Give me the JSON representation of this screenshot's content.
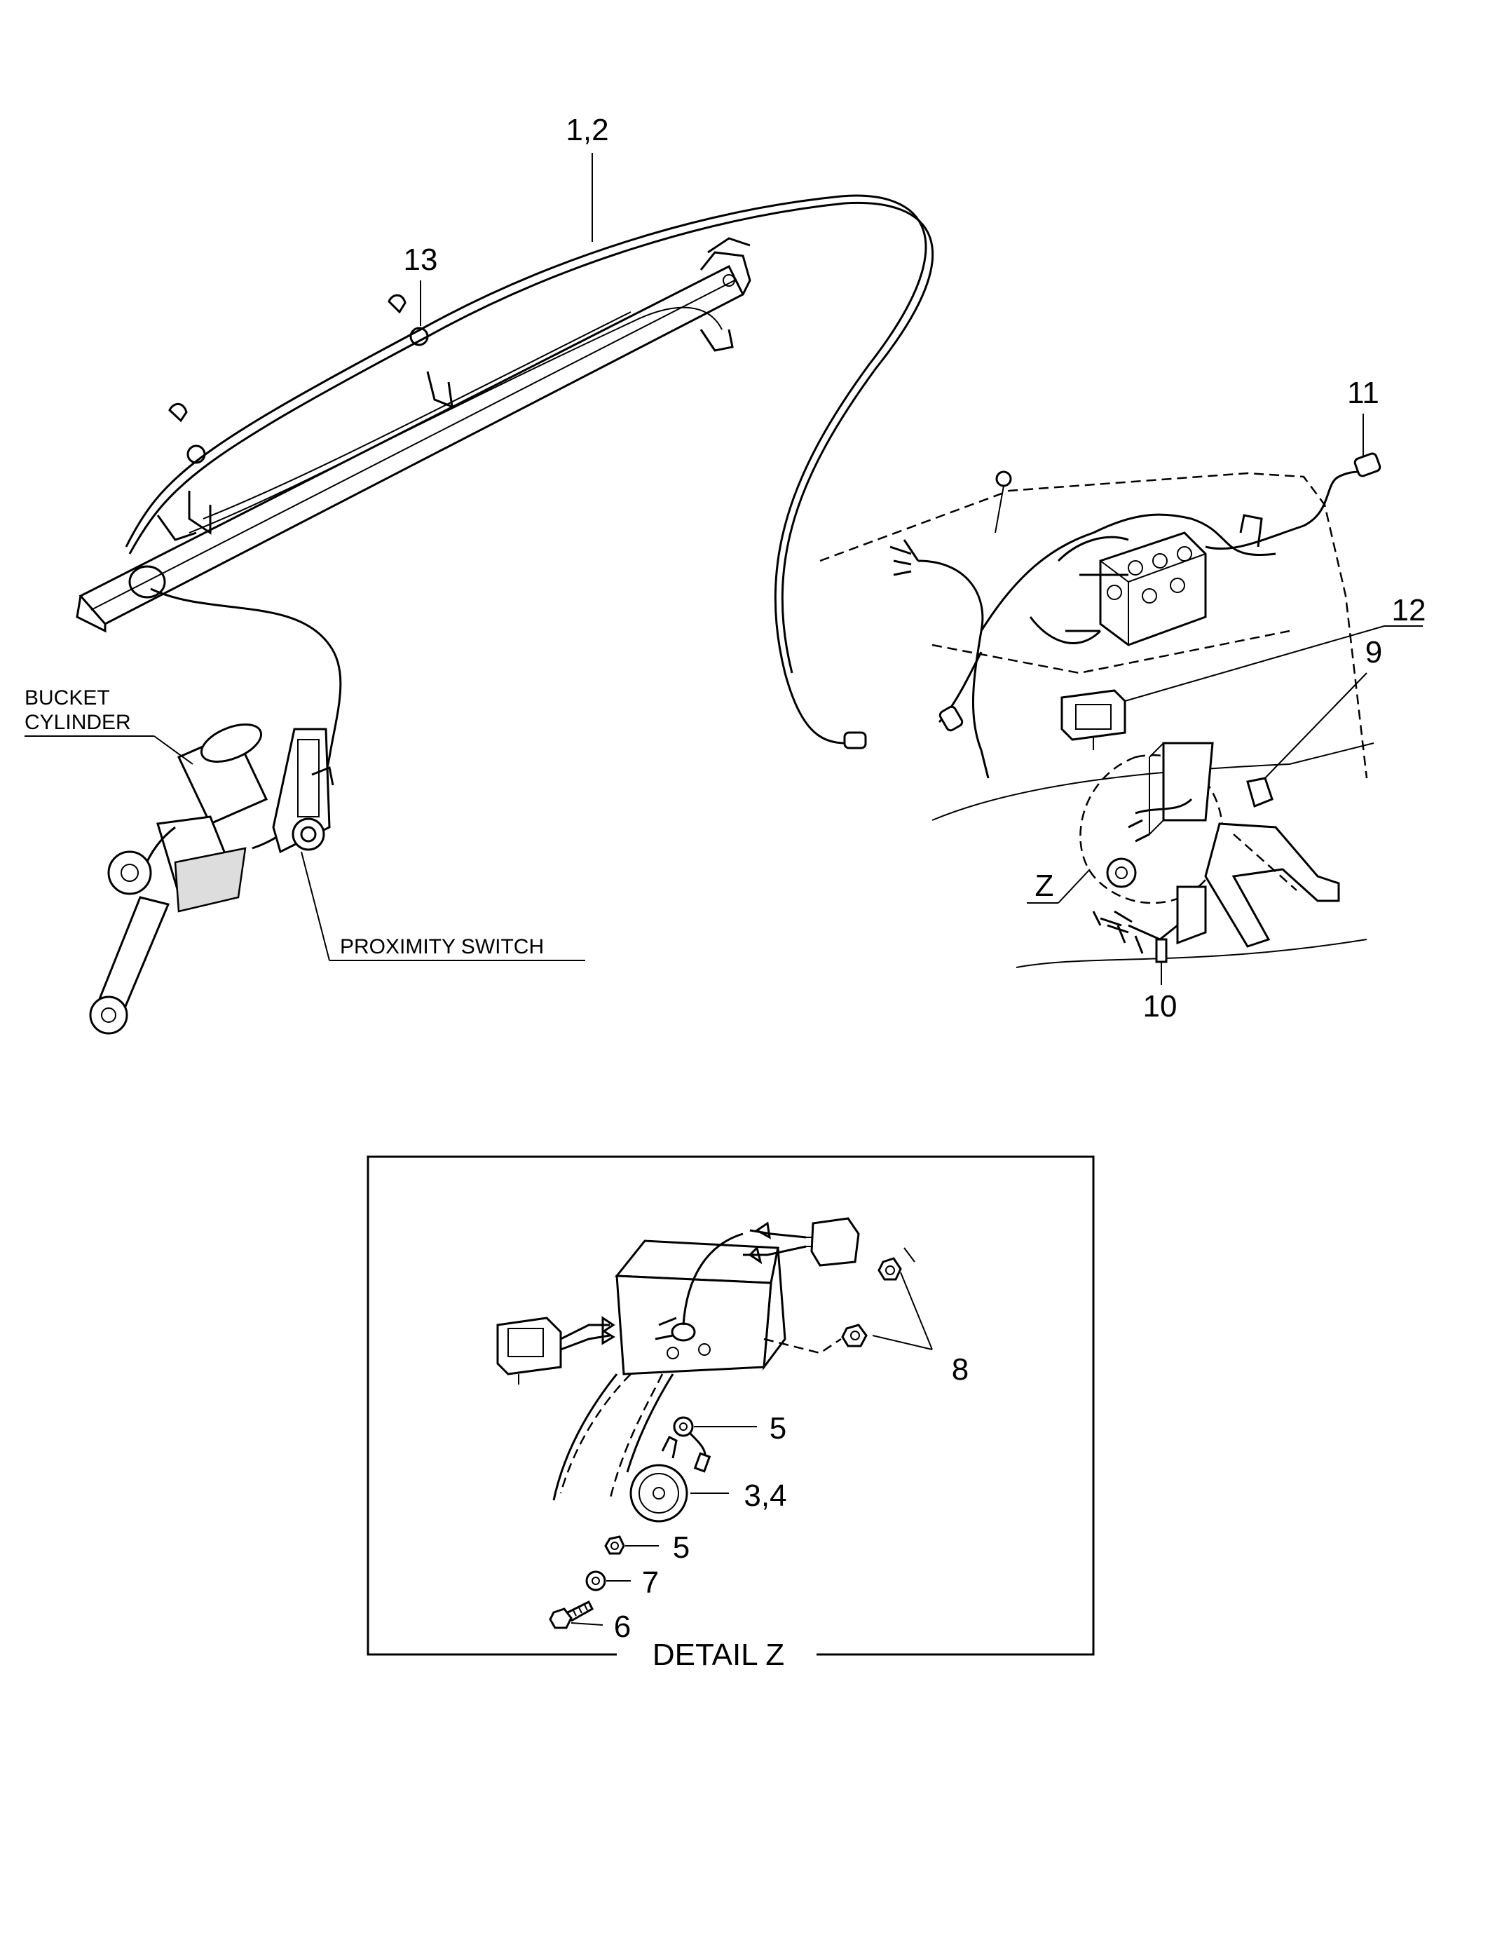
{
  "diagram": {
    "labels": {
      "harness": "1,2",
      "clip": "13",
      "connector_11": "11",
      "lamp_12": "12",
      "relay_9": "9",
      "detail_ref": "Z",
      "plug_10": "10",
      "bucket_cylinder_1": "BUCKET",
      "bucket_cylinder_2": "CYLINDER",
      "proximity_switch": "PROXIMITY SWITCH"
    },
    "detail": {
      "title": "DETAIL  Z",
      "labels": {
        "nut_8": "8",
        "washer_5a": "5",
        "horn": "3,4",
        "washer_5b": "5",
        "washer_7": "7",
        "bolt_6": "6"
      }
    }
  }
}
